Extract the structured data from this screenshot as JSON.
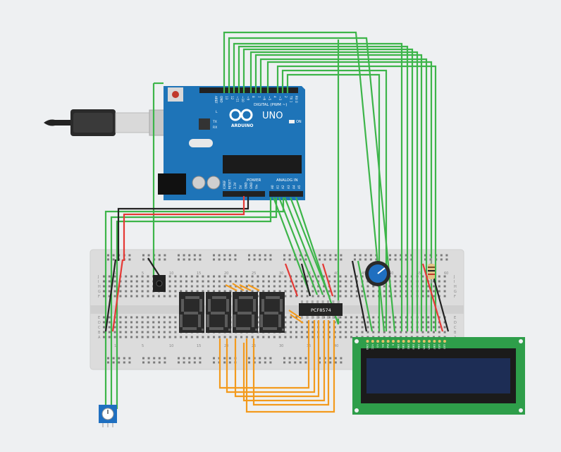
{
  "arduino": {
    "board_name": "UNO",
    "brand": "ARDUINO",
    "header_digital": "DIGITAL (PWM ~)",
    "header_power": "POWER",
    "header_analog": "ANALOG IN",
    "led_on": "ON",
    "led_l": "L",
    "led_tx": "TX",
    "led_rx": "RX",
    "digital_pins": [
      "AREF",
      "GND",
      "13",
      "12",
      "~11",
      "~10",
      "~9",
      "8",
      "7",
      "~6",
      "~5",
      "4",
      "~3",
      "2",
      "TX 1",
      "RX 0"
    ],
    "power_pins": [
      "IOREF",
      "RESET",
      "3.3V",
      "5V",
      "GND",
      "GND",
      "Vin"
    ],
    "analog_pins": [
      "A0",
      "A1",
      "A2",
      "A3",
      "A4",
      "A5"
    ]
  },
  "ic": {
    "label": "PCF8574"
  },
  "breadboard": {
    "top_numbers": [
      "1",
      "5",
      "10",
      "15",
      "20",
      "25",
      "30",
      "35",
      "40",
      "45",
      "50",
      "55",
      "60"
    ],
    "bottom_numbers": [
      "1",
      "5",
      "10",
      "15",
      "20",
      "25",
      "30",
      "35",
      "40"
    ],
    "rows_top": [
      "J",
      "I",
      "H",
      "G",
      "F"
    ],
    "rows_bottom": [
      "E",
      "D",
      "C",
      "B",
      "A"
    ]
  },
  "lcd": {
    "pin_labels": [
      "GND",
      "VCC",
      "V0",
      "RS",
      "RW",
      "E",
      "DB0",
      "DB1",
      "DB2",
      "DB3",
      "DB4",
      "DB5",
      "DB6",
      "DB7",
      "LED",
      "LED"
    ]
  },
  "colors": {
    "wire_green": "#3db54a",
    "wire_orange": "#f39a1d",
    "wire_red": "#e53935",
    "wire_black": "#222222",
    "arduino_blue": "#1e74b8",
    "breadboard": "#dddddd",
    "lcd_board": "#2e9e4a",
    "lcd_screen": "#1d2d55"
  }
}
